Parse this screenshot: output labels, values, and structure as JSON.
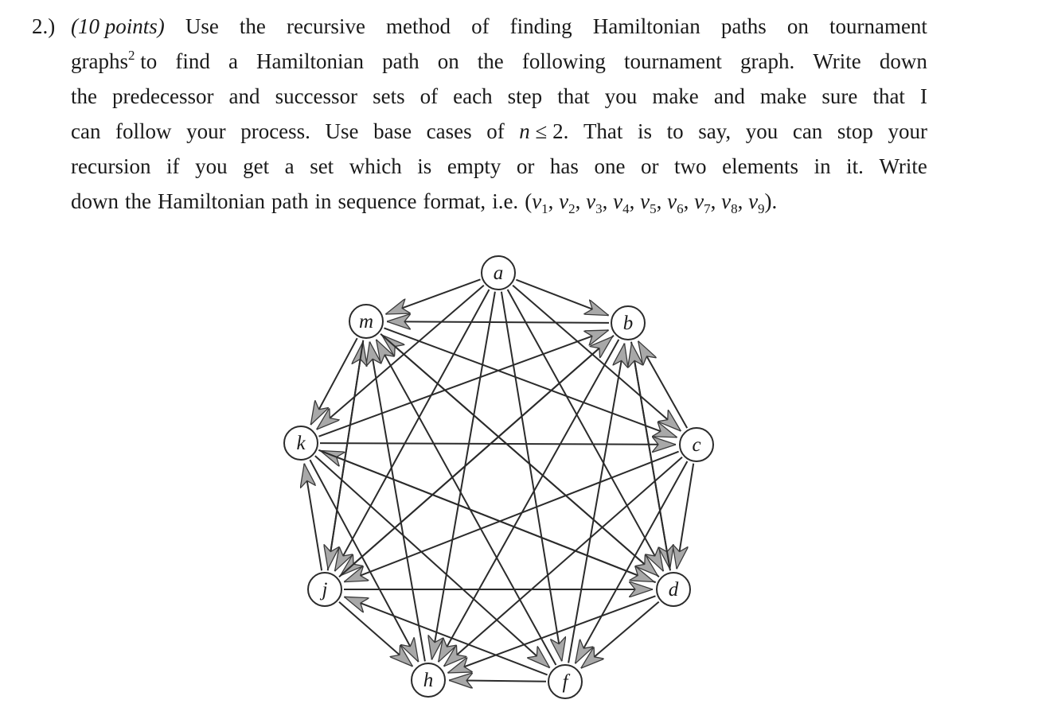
{
  "problem": {
    "number": "2.)",
    "points": "(10 points)",
    "lines": [
      [
        "Use",
        "the",
        "recursive",
        "method",
        "of",
        "finding",
        "Hamiltonian",
        "paths",
        "on",
        "tournament"
      ],
      [
        "graphs² to",
        "find",
        "a",
        "Hamiltonian",
        "path",
        "on",
        "the",
        "following",
        "tournament",
        "graph.",
        "Write",
        "down"
      ],
      [
        "the",
        "predecessor",
        "and",
        "successor",
        "sets",
        "of",
        "each",
        "step",
        "that",
        "you",
        "make",
        "and",
        "make",
        "sure",
        "that",
        "I"
      ],
      [
        "can",
        "follow",
        "your",
        "process.",
        "Use",
        "base",
        "cases",
        "of",
        "n ≤ 2.",
        "That",
        "is",
        "to",
        "say,",
        "you",
        "can",
        "stop",
        "your"
      ],
      [
        "recursion",
        "if",
        "you",
        "get",
        "a",
        "set",
        "which",
        "is",
        "empty",
        "or",
        "has",
        "one",
        "or",
        "two",
        "elements",
        "in",
        "it.",
        "Write"
      ],
      [
        "down",
        "the",
        "Hamiltonian",
        "path",
        "in",
        "sequence",
        "format,",
        "i.e.",
        "(v₁, v₂, v₃, v₄, v₅, v₆, v₇, v₈, v₉)."
      ]
    ]
  },
  "graph": {
    "nodes": [
      "a",
      "b",
      "c",
      "d",
      "f",
      "h",
      "j",
      "k",
      "m"
    ],
    "arcs": [
      [
        "a",
        "b"
      ],
      [
        "a",
        "m"
      ],
      [
        "a",
        "k"
      ],
      [
        "a",
        "j"
      ],
      [
        "a",
        "h"
      ],
      [
        "a",
        "f"
      ],
      [
        "a",
        "d"
      ],
      [
        "a",
        "c"
      ],
      [
        "b",
        "m"
      ],
      [
        "b",
        "h"
      ],
      [
        "b",
        "j"
      ],
      [
        "b",
        "d"
      ],
      [
        "c",
        "b"
      ],
      [
        "c",
        "d"
      ],
      [
        "c",
        "f"
      ],
      [
        "c",
        "h"
      ],
      [
        "c",
        "j"
      ],
      [
        "d",
        "m"
      ],
      [
        "d",
        "k"
      ],
      [
        "d",
        "b"
      ],
      [
        "d",
        "h"
      ],
      [
        "d",
        "f"
      ],
      [
        "f",
        "h"
      ],
      [
        "f",
        "b"
      ],
      [
        "f",
        "m"
      ],
      [
        "f",
        "j"
      ],
      [
        "h",
        "m"
      ],
      [
        "j",
        "k"
      ],
      [
        "j",
        "h"
      ],
      [
        "j",
        "d"
      ],
      [
        "j",
        "b"
      ],
      [
        "j",
        "m"
      ],
      [
        "k",
        "c"
      ],
      [
        "k",
        "d"
      ],
      [
        "k",
        "b"
      ],
      [
        "k",
        "h"
      ],
      [
        "k",
        "f"
      ],
      [
        "m",
        "k"
      ],
      [
        "m",
        "c"
      ],
      [
        "m",
        "d"
      ],
      [
        "m",
        "j"
      ]
    ]
  }
}
